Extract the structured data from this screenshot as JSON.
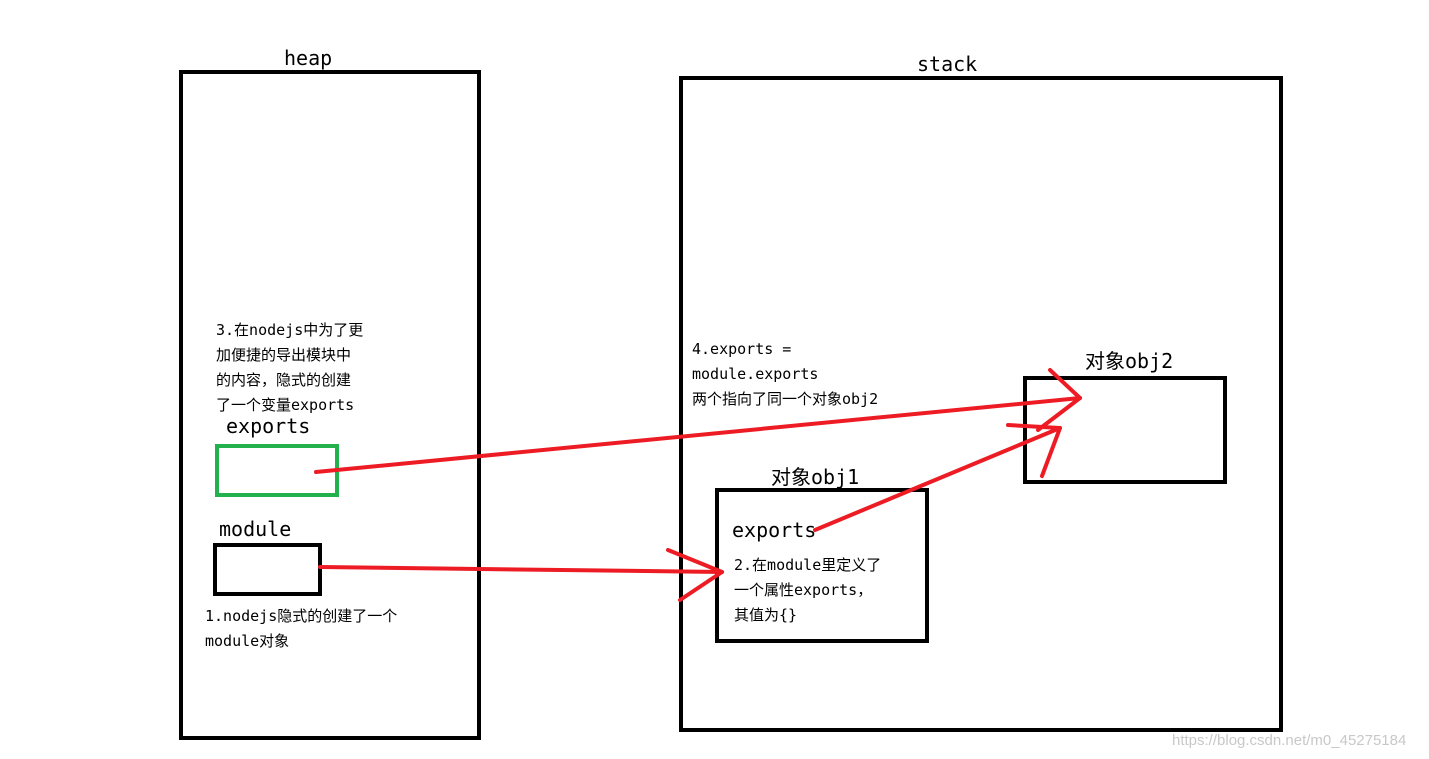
{
  "heap": {
    "title": "heap",
    "exports_label": "exports",
    "module_label": "module",
    "note3": [
      "3.在nodejs中为了更",
      "加便捷的导出模块中",
      "的内容，隐式的创建",
      "了一个变量exports"
    ],
    "note1": [
      "1.nodejs隐式的创建了一个",
      "module对象"
    ]
  },
  "stack": {
    "title": "stack",
    "obj1_label": "对象obj1",
    "obj1_exports": "exports",
    "obj1_note": [
      "2.在module里定义了",
      "一个属性exports，",
      "其值为{}"
    ],
    "obj2_label": "对象obj2",
    "note4": [
      "4.exports =",
      "module.exports",
      "两个指向了同一个对象obj2"
    ]
  },
  "colors": {
    "border": "#000000",
    "exports_box_border": "#22b14c",
    "arrow": "#ed1c24"
  },
  "watermark": "https://blog.csdn.net/m0_45275184"
}
